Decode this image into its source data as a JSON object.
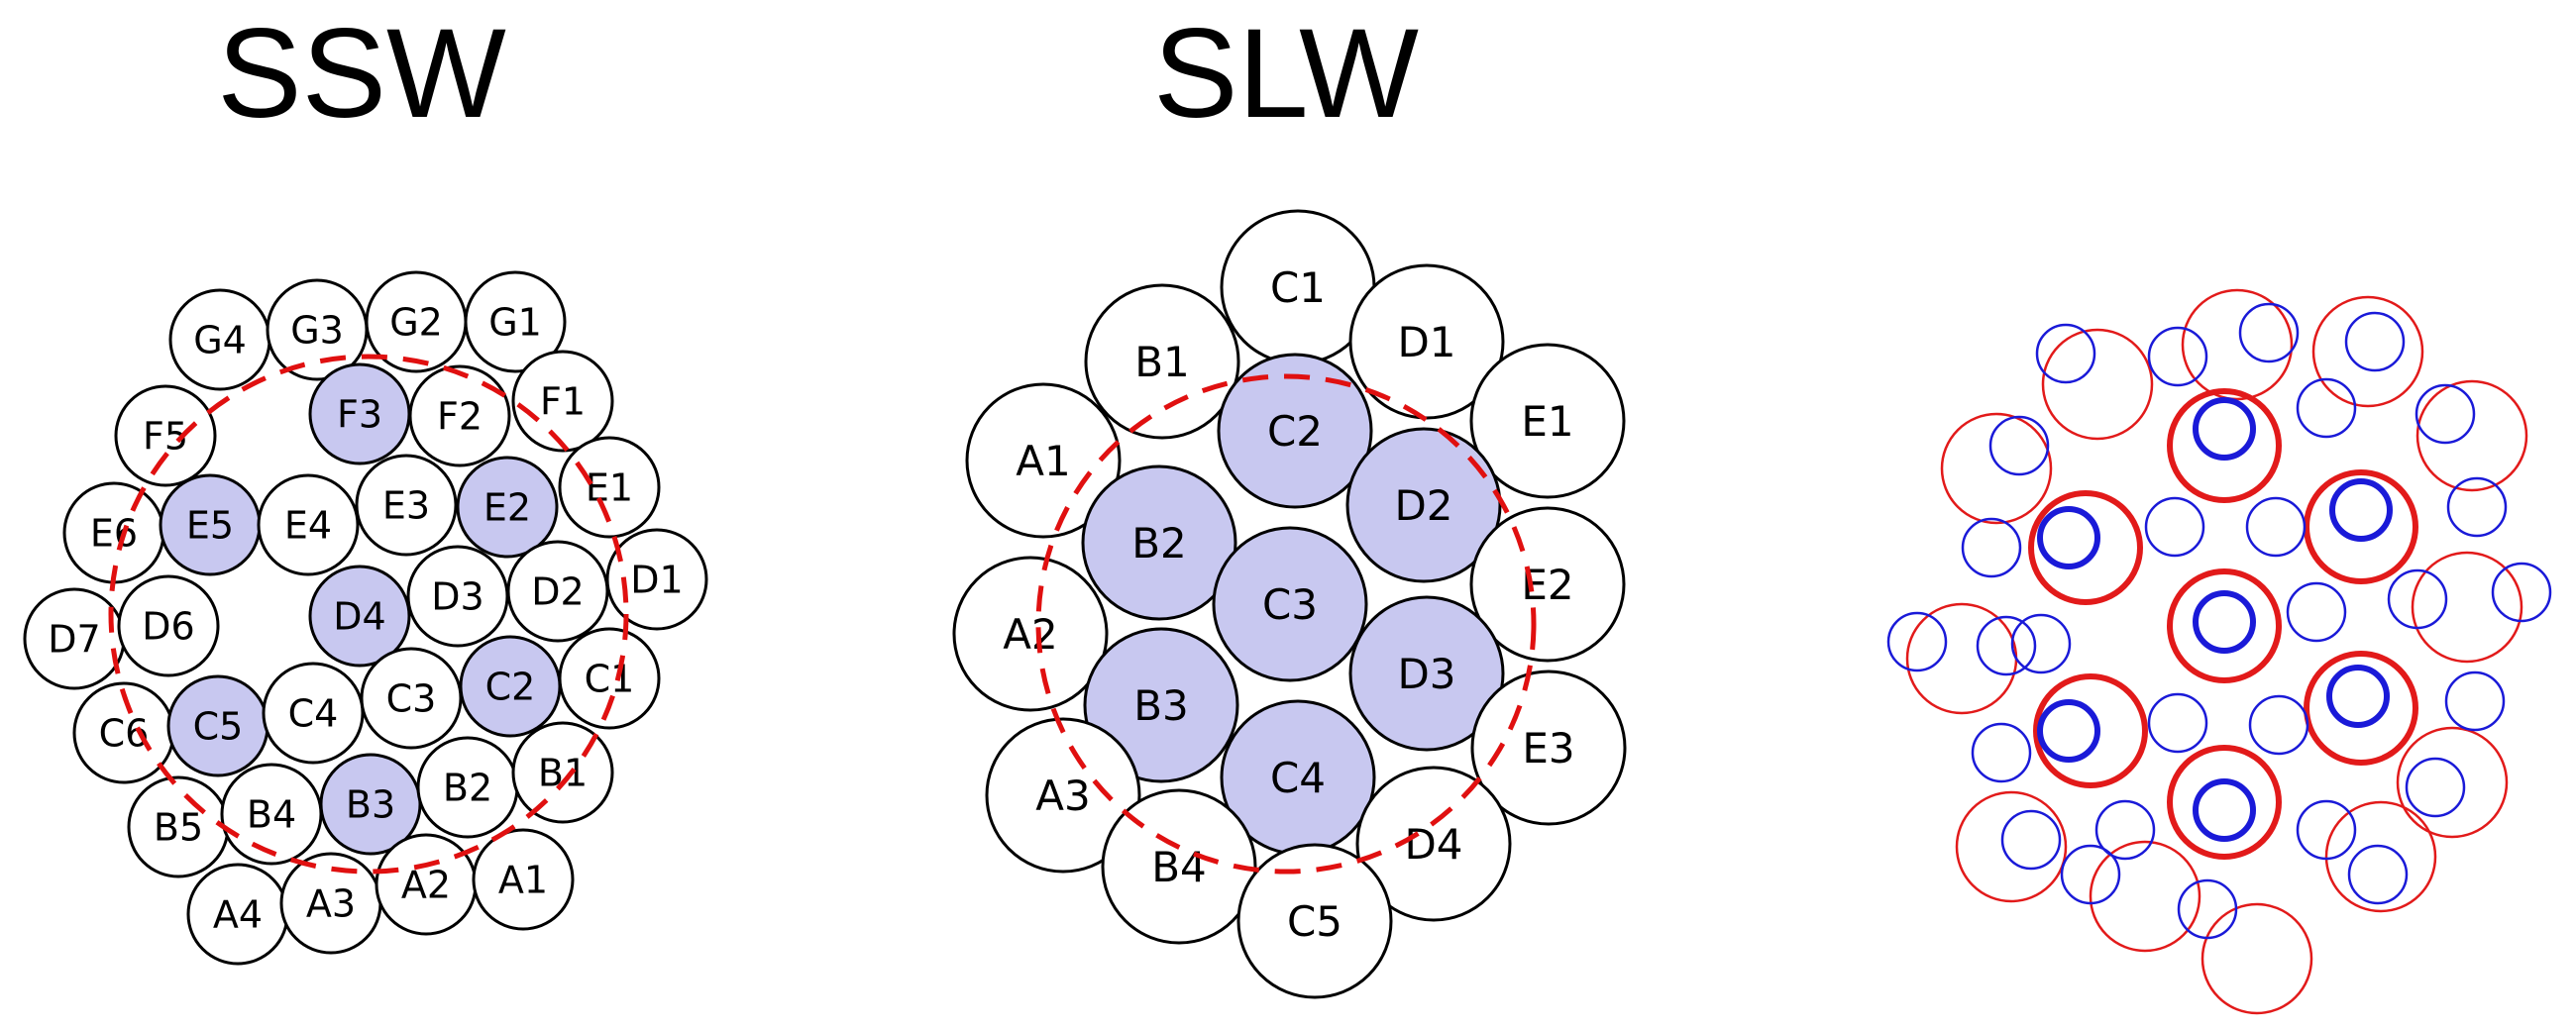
{
  "titles": {
    "ssw": "SSW",
    "slw": "SLW"
  },
  "colors": {
    "outline": "#000000",
    "highlight_fill": "#c8c8f0",
    "fov_dashed": "#e01010",
    "overlay_red": "#e21a1a",
    "overlay_blue": "#1a1ad8"
  },
  "ssw": {
    "detectors": [
      {
        "id": "G4",
        "hl": false
      },
      {
        "id": "G3",
        "hl": false
      },
      {
        "id": "G2",
        "hl": false
      },
      {
        "id": "G1",
        "hl": false
      },
      {
        "id": "F5",
        "hl": false
      },
      {
        "id": "F3",
        "hl": true
      },
      {
        "id": "F2",
        "hl": false
      },
      {
        "id": "F1",
        "hl": false
      },
      {
        "id": "E6",
        "hl": false
      },
      {
        "id": "E5",
        "hl": true
      },
      {
        "id": "E4",
        "hl": false
      },
      {
        "id": "E3",
        "hl": false
      },
      {
        "id": "E2",
        "hl": true
      },
      {
        "id": "E1",
        "hl": false
      },
      {
        "id": "D7",
        "hl": false
      },
      {
        "id": "D6",
        "hl": false
      },
      {
        "id": "D4",
        "hl": true
      },
      {
        "id": "D3",
        "hl": false
      },
      {
        "id": "D2",
        "hl": false
      },
      {
        "id": "D1",
        "hl": false
      },
      {
        "id": "C6",
        "hl": false
      },
      {
        "id": "C5",
        "hl": true
      },
      {
        "id": "C4",
        "hl": false
      },
      {
        "id": "C3",
        "hl": false
      },
      {
        "id": "C2",
        "hl": true
      },
      {
        "id": "C1",
        "hl": false
      },
      {
        "id": "B5",
        "hl": false
      },
      {
        "id": "B4",
        "hl": false
      },
      {
        "id": "B3",
        "hl": true
      },
      {
        "id": "B2",
        "hl": false
      },
      {
        "id": "B1",
        "hl": false
      },
      {
        "id": "A4",
        "hl": false
      },
      {
        "id": "A3",
        "hl": false
      },
      {
        "id": "A2",
        "hl": false
      },
      {
        "id": "A1",
        "hl": false
      }
    ]
  },
  "slw": {
    "detectors": [
      {
        "id": "C1",
        "hl": false
      },
      {
        "id": "B1",
        "hl": false
      },
      {
        "id": "D1",
        "hl": false
      },
      {
        "id": "A1",
        "hl": false
      },
      {
        "id": "C2",
        "hl": true
      },
      {
        "id": "E1",
        "hl": false
      },
      {
        "id": "B2",
        "hl": true
      },
      {
        "id": "D2",
        "hl": true
      },
      {
        "id": "A2",
        "hl": false
      },
      {
        "id": "C3",
        "hl": true
      },
      {
        "id": "E2",
        "hl": false
      },
      {
        "id": "B3",
        "hl": true
      },
      {
        "id": "D3",
        "hl": true
      },
      {
        "id": "A3",
        "hl": false
      },
      {
        "id": "C4",
        "hl": true
      },
      {
        "id": "E3",
        "hl": false
      },
      {
        "id": "B4",
        "hl": false
      },
      {
        "id": "D4",
        "hl": false
      },
      {
        "id": "C5",
        "hl": false
      }
    ]
  }
}
